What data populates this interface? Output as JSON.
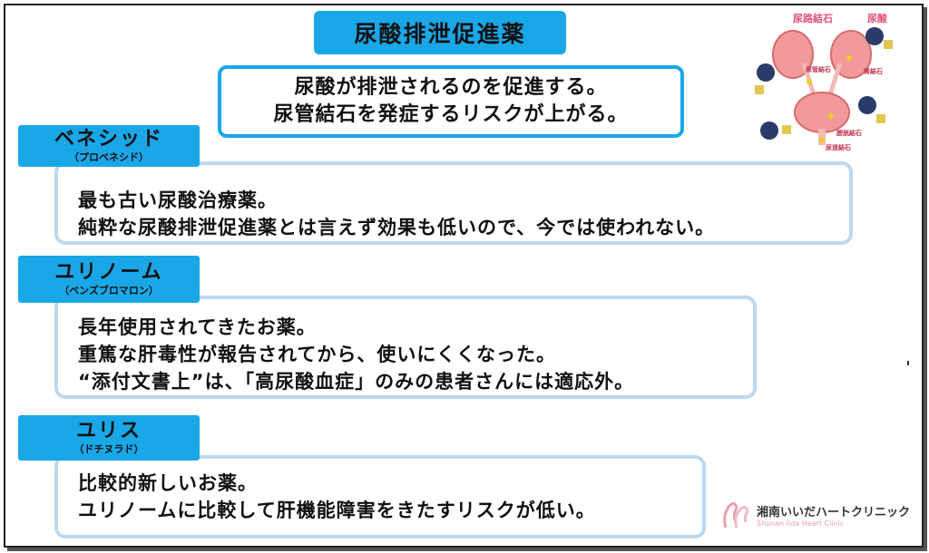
{
  "title": "尿酸排泄促進薬",
  "summary": {
    "line1": "尿酸が排泄されるのを促進する。",
    "line2": "尿管結石を発症するリスクが上がる。"
  },
  "illustration": {
    "label_stone": "尿路結石",
    "label_uric": "尿酸",
    "label_ureter": "尿管結石",
    "label_kidney": "腎結石",
    "label_bladder": "膀胱結石",
    "label_urethra": "尿道結石"
  },
  "drugs": [
    {
      "name": "ベネシッド",
      "generic": "（プロベネシド）",
      "lines": [
        "最も古い尿酸治療薬。",
        "純粋な尿酸排泄促進薬とは言えず効果も低いので、今では使われない。"
      ]
    },
    {
      "name": "ユリノーム",
      "generic": "（ベンズブロマロン）",
      "lines": [
        "長年使用されてきたお薬。",
        "重篤な肝毒性が報告されてから、使いにくくなった。",
        "“添付文書上”は、「高尿酸血症」のみの患者さんには適応外。"
      ]
    },
    {
      "name": "ユリス",
      "generic": "（ドチヌラド）",
      "lines": [
        "比較的新しいお薬。",
        "ユリノームに比較して肝機能障害をきたすリスクが低い。"
      ]
    }
  ],
  "logo": {
    "name": "湘南いいだハートクリニック",
    "sub": "Shonan Iida Heart Clinic"
  },
  "colors": {
    "accent": "#1aa7e8",
    "box_border": "#bcd9ee",
    "logo_pink": "#e8a0b0"
  }
}
